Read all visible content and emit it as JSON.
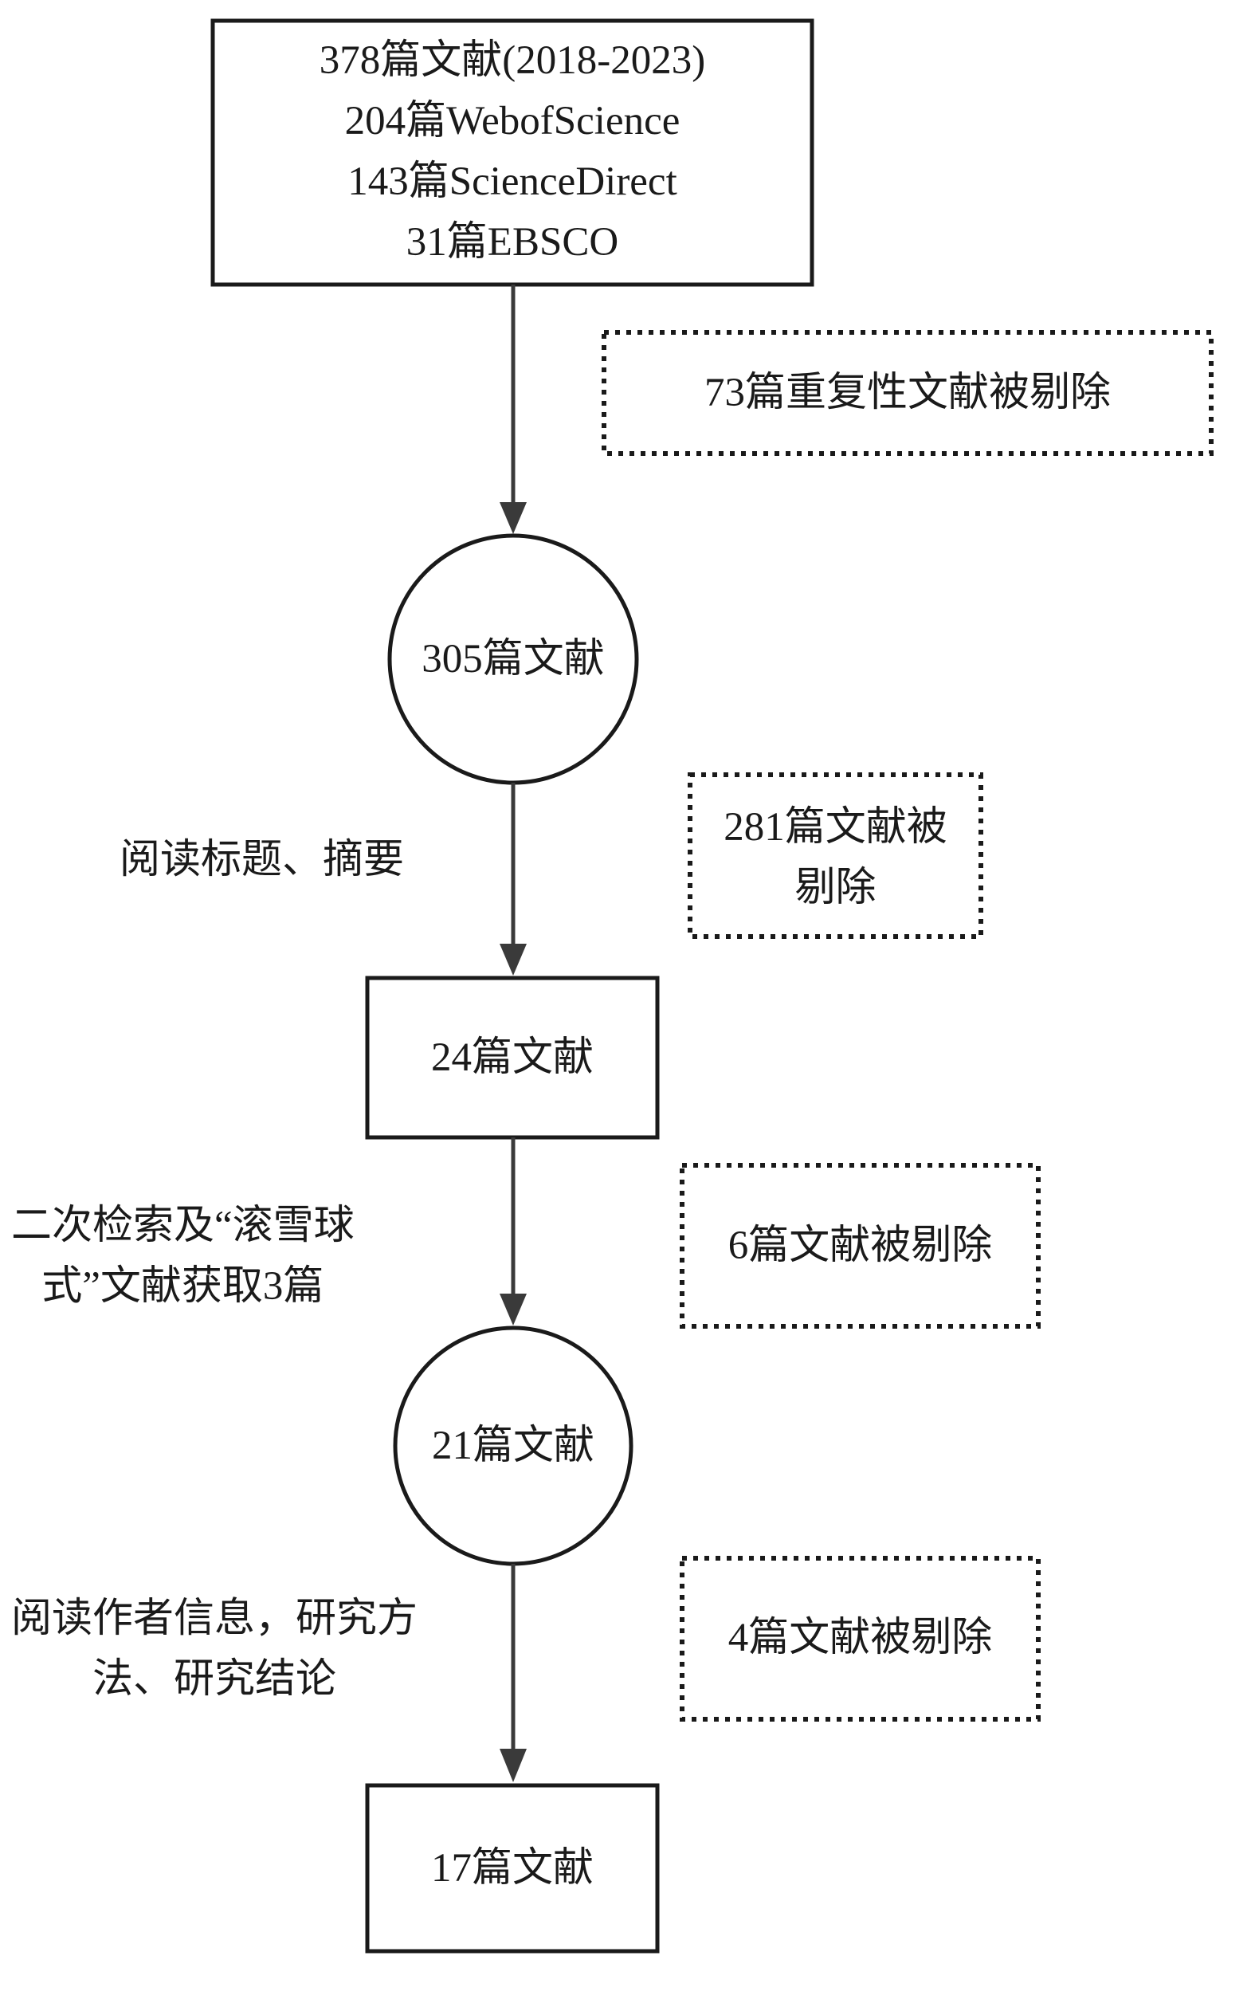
{
  "nodes": {
    "start": {
      "lines": [
        "378篇文献(2018-2023)",
        "204篇WebofScience",
        "143篇ScienceDirect",
        "31篇EBSCO"
      ]
    },
    "after_dedup": {
      "label": "305篇文献"
    },
    "after_screen": {
      "label": "24篇文献"
    },
    "after_search": {
      "label": "21篇文献"
    },
    "final": {
      "label": "17篇文献"
    }
  },
  "excluded": {
    "duplicates": {
      "lines": [
        "73篇重复性文献被剔除"
      ]
    },
    "title_abstract": {
      "lines": [
        "281篇文献被",
        "剔除"
      ]
    },
    "second": {
      "lines": [
        "6篇文献被剔除"
      ]
    },
    "third": {
      "lines": [
        "4篇文献被剔除"
      ]
    }
  },
  "steps": {
    "read_title": {
      "lines": [
        "阅读标题、摘要"
      ]
    },
    "second_search": {
      "lines": [
        "二次检索及“滚雪球",
        "式”文献获取3篇"
      ]
    },
    "read_author": {
      "lines": [
        "阅读作者信息，研究方",
        "法、研究结论"
      ]
    }
  },
  "colors": {
    "stroke": "#1a1a1a",
    "arrow": "#3a3a3a"
  }
}
